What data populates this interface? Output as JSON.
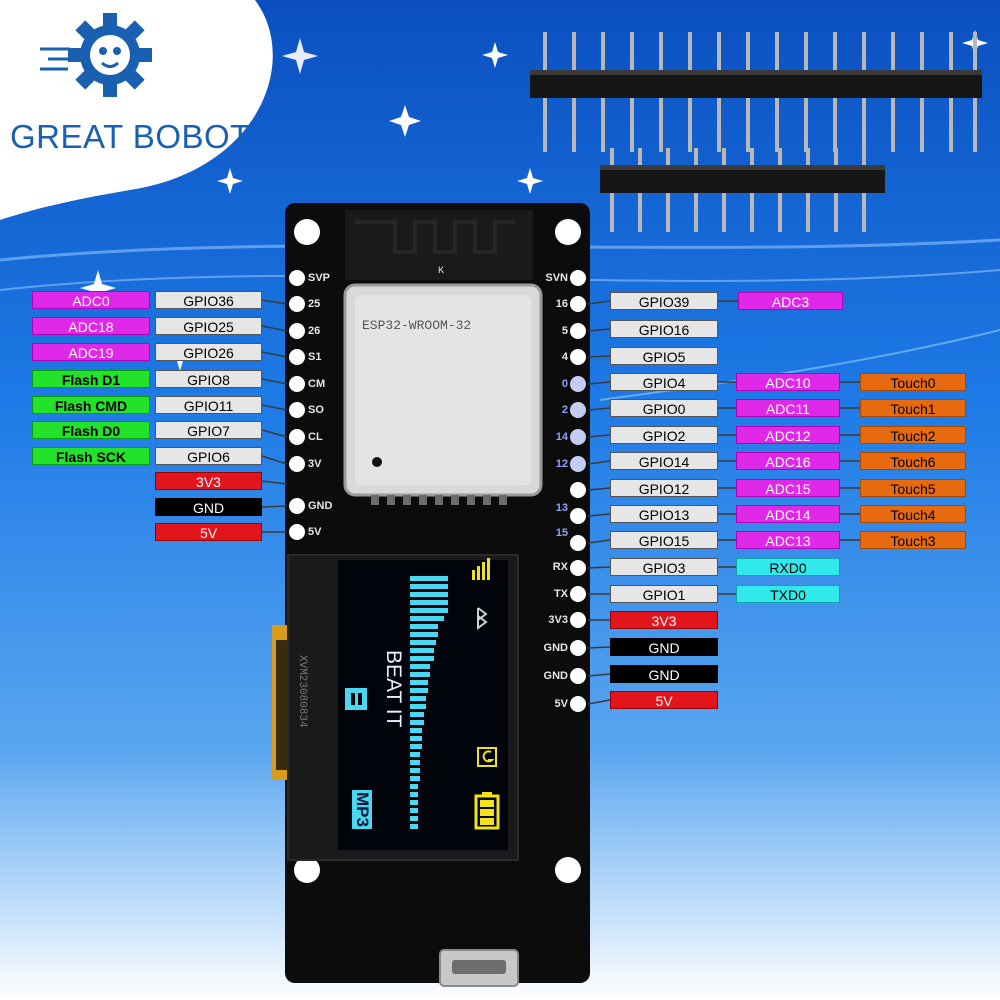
{
  "brand": {
    "name": "GREAT BOBOT",
    "color": "#1a60b0"
  },
  "board": {
    "module_name": "ESP32-WROOM-32",
    "antenna_mark": "K",
    "left_top_label": "SVP",
    "right_top_label": "SVN",
    "oled_text_1": "BEAT IT",
    "oled_text_2": "MP3",
    "oled_side_text": "XVM23080834"
  },
  "left_pins": [
    "25",
    "26",
    "S1",
    "CM",
    "SO",
    "CL",
    "3V",
    "GND",
    "5V"
  ],
  "right_pins_top": [
    "16",
    "5",
    "4",
    "0",
    "2",
    "14",
    "12",
    "13",
    "15"
  ],
  "right_pins_bottom": [
    "RX",
    "TX",
    "3V3",
    "GND",
    "GND",
    "5V"
  ],
  "left_labels": [
    {
      "func": "ADC0",
      "gpio": "GPIO36",
      "kind": "adc"
    },
    {
      "func": "ADC18",
      "gpio": "GPIO25",
      "kind": "adc"
    },
    {
      "func": "ADC19",
      "gpio": "GPIO26",
      "kind": "adc"
    },
    {
      "func": "Flash D1",
      "gpio": "GPIO8",
      "kind": "flash"
    },
    {
      "func": "Flash CMD",
      "gpio": "GPIO11",
      "kind": "flash"
    },
    {
      "func": "Flash D0",
      "gpio": "GPIO7",
      "kind": "flash"
    },
    {
      "func": "Flash SCK",
      "gpio": "GPIO6",
      "kind": "flash"
    }
  ],
  "left_power": [
    "3V3",
    "GND",
    "5V"
  ],
  "right_labels": [
    {
      "gpio": "GPIO39",
      "adc": "ADC3",
      "touch": ""
    },
    {
      "gpio": "GPIO16",
      "adc": "",
      "touch": ""
    },
    {
      "gpio": "GPIO5",
      "adc": "",
      "touch": ""
    },
    {
      "gpio": "GPIO4",
      "adc": "ADC10",
      "touch": "Touch0"
    },
    {
      "gpio": "GPIO0",
      "adc": "ADC11",
      "touch": "Touch1"
    },
    {
      "gpio": "GPIO2",
      "adc": "ADC12",
      "touch": "Touch2"
    },
    {
      "gpio": "GPIO14",
      "adc": "ADC16",
      "touch": "Touch6"
    },
    {
      "gpio": "GPIO12",
      "adc": "ADC15",
      "touch": "Touch5"
    },
    {
      "gpio": "GPIO13",
      "adc": "ADC14",
      "touch": "Touch4"
    },
    {
      "gpio": "GPIO15",
      "adc": "ADC13",
      "touch": "Touch3"
    },
    {
      "gpio": "GPIO3",
      "uart": "RXD0"
    },
    {
      "gpio": "GPIO1",
      "uart": "TXD0"
    }
  ],
  "right_power": [
    "3V3",
    "GND",
    "GND",
    "5V"
  ],
  "colors": {
    "background_blue": "#1668dc",
    "adc": "#e029e8",
    "flash": "#22e22a",
    "touch": "#e76a10",
    "uart": "#31e8ea",
    "power_red": "#e3141b",
    "ground_black": "#000000",
    "gpio_gray": "#e6e6e6",
    "board": "#0c0c0c",
    "oled_cyan": "#4ad7f2",
    "oled_yellow": "#f1e21c"
  }
}
